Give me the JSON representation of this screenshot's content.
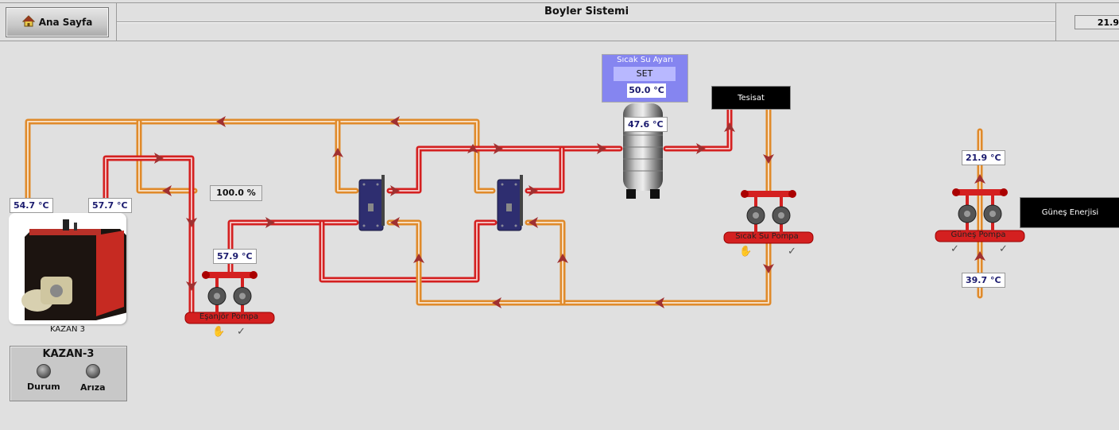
{
  "header": {
    "home_label": "Ana Sayfa",
    "home_icon": "home-icon",
    "title": "Boyler Sistemi",
    "top_right_value": "21.9"
  },
  "setpoint_panel": {
    "title": "Sıcak Su Ayarı",
    "set_label": "SET",
    "set_value": "50.0 °C"
  },
  "boiler_tank": {
    "temperature": "47.6 °C"
  },
  "valve": {
    "opening": "100.0 %"
  },
  "kazan": {
    "caption": "KAZAN 3",
    "return_temp": "54.7 °C",
    "supply_temp": "57.7 °C",
    "panel_title": "KAZAN-3",
    "status_label": "Durum",
    "fault_label": "Arıza"
  },
  "pumps": {
    "esanjor": {
      "label": "Eşanjör Pompa",
      "temperature": "57.9 °C",
      "icons": [
        "hand-icon",
        "check-icon"
      ]
    },
    "sicak_su": {
      "label": "Sıcak Su Pompa",
      "icons": [
        "hand-icon",
        "check-icon"
      ]
    },
    "gunes": {
      "label": "Güneş Pompa",
      "temp_top": "21.9 °C",
      "temp_bottom": "39.7 °C",
      "icons": [
        "check-icon",
        "check-icon"
      ]
    }
  },
  "destinations": {
    "tesisat": "Tesisat",
    "gunes_enerjisi": "Güneş Enerjisi"
  },
  "colors": {
    "hot_pipe": "#d42020",
    "cold_pipe": "#e08a2a",
    "arrow": "#a03030",
    "set_panel": "#8585f0",
    "heat_exchanger": "#2e2e70"
  }
}
